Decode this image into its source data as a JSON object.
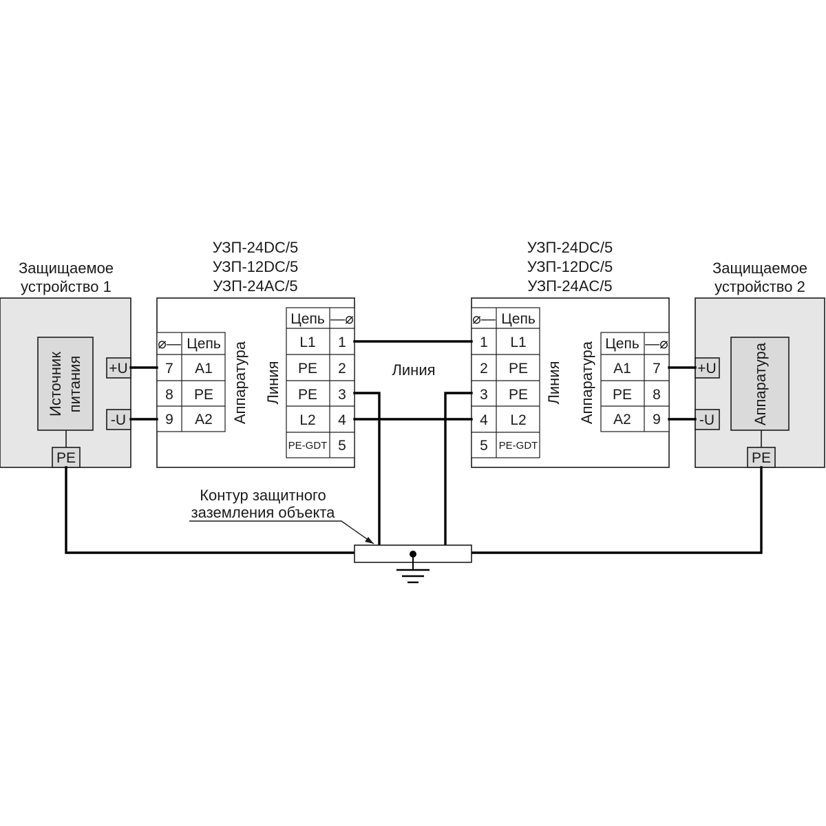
{
  "colors": {
    "device_fill": "#e6e6e6",
    "inner_fill": "#dadada",
    "spd_fill": "#ffffff",
    "wire": "#000000"
  },
  "device1": {
    "title_line1": "Защищаемое",
    "title_line2": "устройство 1",
    "inner_line1": "Источник",
    "inner_line2": "питания",
    "plus_label": "+U",
    "minus_label": "-U",
    "pe_label": "PE"
  },
  "device2": {
    "title_line1": "Защищаемое",
    "title_line2": "устройство 2",
    "inner_label": "Аппаратура",
    "plus_label": "+U",
    "minus_label": "-U",
    "pe_label": "PE"
  },
  "spd_models": [
    "УЗП-24DC/5",
    "УЗП-12DC/5",
    "УЗП-24AC/5"
  ],
  "spd_left": {
    "equip_side_label": "Аппаратура",
    "line_side_label": "Линия",
    "equip_table": {
      "header_terminal": "⌀—",
      "header_circuit": "Цепь",
      "rows": [
        {
          "terminal": "7",
          "circuit": "A1"
        },
        {
          "terminal": "8",
          "circuit": "PE"
        },
        {
          "terminal": "9",
          "circuit": "A2"
        }
      ]
    },
    "line_table": {
      "header_circuit": "Цепь",
      "header_terminal": "—⌀",
      "rows": [
        {
          "circuit": "L1",
          "terminal": "1"
        },
        {
          "circuit": "PE",
          "terminal": "2"
        },
        {
          "circuit": "PE",
          "terminal": "3"
        },
        {
          "circuit": "L2",
          "terminal": "4"
        },
        {
          "circuit": "PE-GDT",
          "terminal": "5"
        }
      ]
    }
  },
  "spd_right": {
    "equip_side_label": "Аппаратура",
    "line_side_label": "Линия",
    "line_table": {
      "header_terminal": "⌀—",
      "header_circuit": "Цепь",
      "rows": [
        {
          "terminal": "1",
          "circuit": "L1"
        },
        {
          "terminal": "2",
          "circuit": "PE"
        },
        {
          "terminal": "3",
          "circuit": "PE"
        },
        {
          "terminal": "4",
          "circuit": "L2"
        },
        {
          "terminal": "5",
          "circuit": "PE-GDT"
        }
      ]
    },
    "equip_table": {
      "header_circuit": "Цепь",
      "header_terminal": "—⌀",
      "rows": [
        {
          "circuit": "A1",
          "terminal": "7"
        },
        {
          "circuit": "PE",
          "terminal": "8"
        },
        {
          "circuit": "A2",
          "terminal": "9"
        }
      ]
    }
  },
  "line_label": "Линия",
  "ground_label_line1": "Контур защитного",
  "ground_label_line2": "заземления объекта"
}
